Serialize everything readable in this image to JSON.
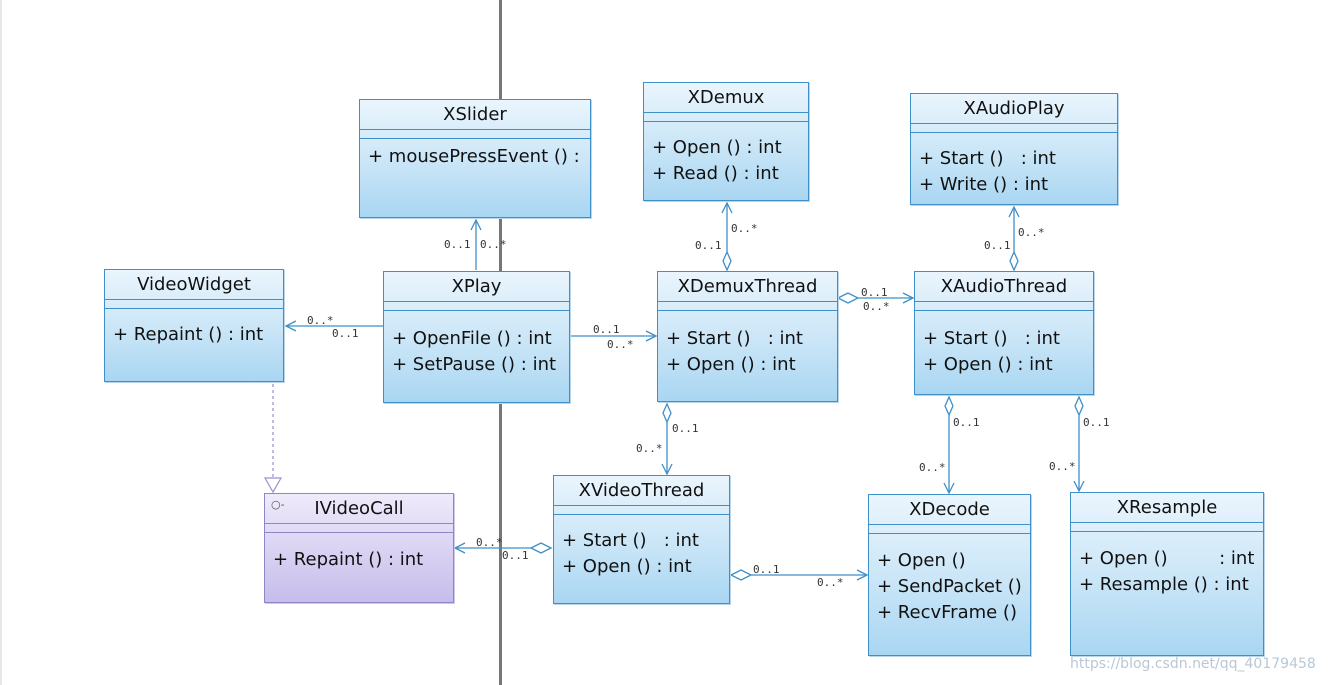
{
  "classes": {
    "xslider": {
      "name": "XSlider",
      "ops": [
        "+ mousePressEvent () :"
      ]
    },
    "xdemux": {
      "name": "XDemux",
      "ops": [
        "+ Open () : int",
        "+ Read () : int"
      ]
    },
    "xaudioplay": {
      "name": "XAudioPlay",
      "ops": [
        "+ Start ()   : int",
        "+ Write () : int"
      ]
    },
    "videowidget": {
      "name": "VideoWidget",
      "ops": [
        "+ Repaint () : int"
      ]
    },
    "xplay": {
      "name": "XPlay",
      "ops": [
        "+ OpenFile () : int",
        "+ SetPause () : int"
      ]
    },
    "xdemuxthread": {
      "name": "XDemuxThread",
      "ops": [
        "+ Start ()   : int",
        "+ Open () : int"
      ]
    },
    "xaudiothread": {
      "name": "XAudioThread",
      "ops": [
        "+ Start ()   : int",
        "+ Open () : int"
      ]
    },
    "ivideocall": {
      "name": "IVideoCall",
      "ops": [
        "+ Repaint () : int"
      ]
    },
    "xvideothread": {
      "name": "XVideoThread",
      "ops": [
        "+ Start ()   : int",
        "+ Open () : int"
      ]
    },
    "xdecode": {
      "name": "XDecode",
      "ops": [
        "+ Open ()",
        "+ SendPacket ()",
        "+ RecvFrame ()"
      ]
    },
    "xresample": {
      "name": "XResample",
      "ops": [
        "+ Open ()         : int",
        "+ Resample () : int"
      ]
    }
  },
  "multiplicities": {
    "xplay_xslider_a": "0..1",
    "xplay_xslider_b": "0..*",
    "xdemuxthread_xdemux_a": "0..1",
    "xdemuxthread_xdemux_b": "0..*",
    "xaudiothread_xaudioplay_a": "0..1",
    "xaudiothread_xaudioplay_b": "0..*",
    "xplay_videowidget_a": "0..*",
    "xplay_videowidget_b": "0..1",
    "xplay_xdemuxthread_a": "0..1",
    "xplay_xdemuxthread_b": "0..*",
    "xdemuxthread_xaudiothread_a": "0..1",
    "xdemuxthread_xaudiothread_b": "0..*",
    "xdemuxthread_xvideothread_a": "0..1",
    "xdemuxthread_xvideothread_b": "0..*",
    "xaudiothread_xdecode_a": "0..1",
    "xaudiothread_xdecode_b": "0..*",
    "xaudiothread_xresample_a": "0..1",
    "xaudiothread_xresample_b": "0..*",
    "xvideothread_ivideocall_a": "0..*",
    "xvideothread_ivideocall_b": "0..1",
    "xvideothread_xdecode_a": "0..1",
    "xvideothread_xdecode_b": "0..*"
  },
  "interface_marker": "○-",
  "watermark": "https://blog.csdn.net/qq_40179458",
  "colors": {
    "class_border": "#3f8fc9",
    "interface_border": "#8e86c6",
    "connector": "#3f8fc9"
  }
}
